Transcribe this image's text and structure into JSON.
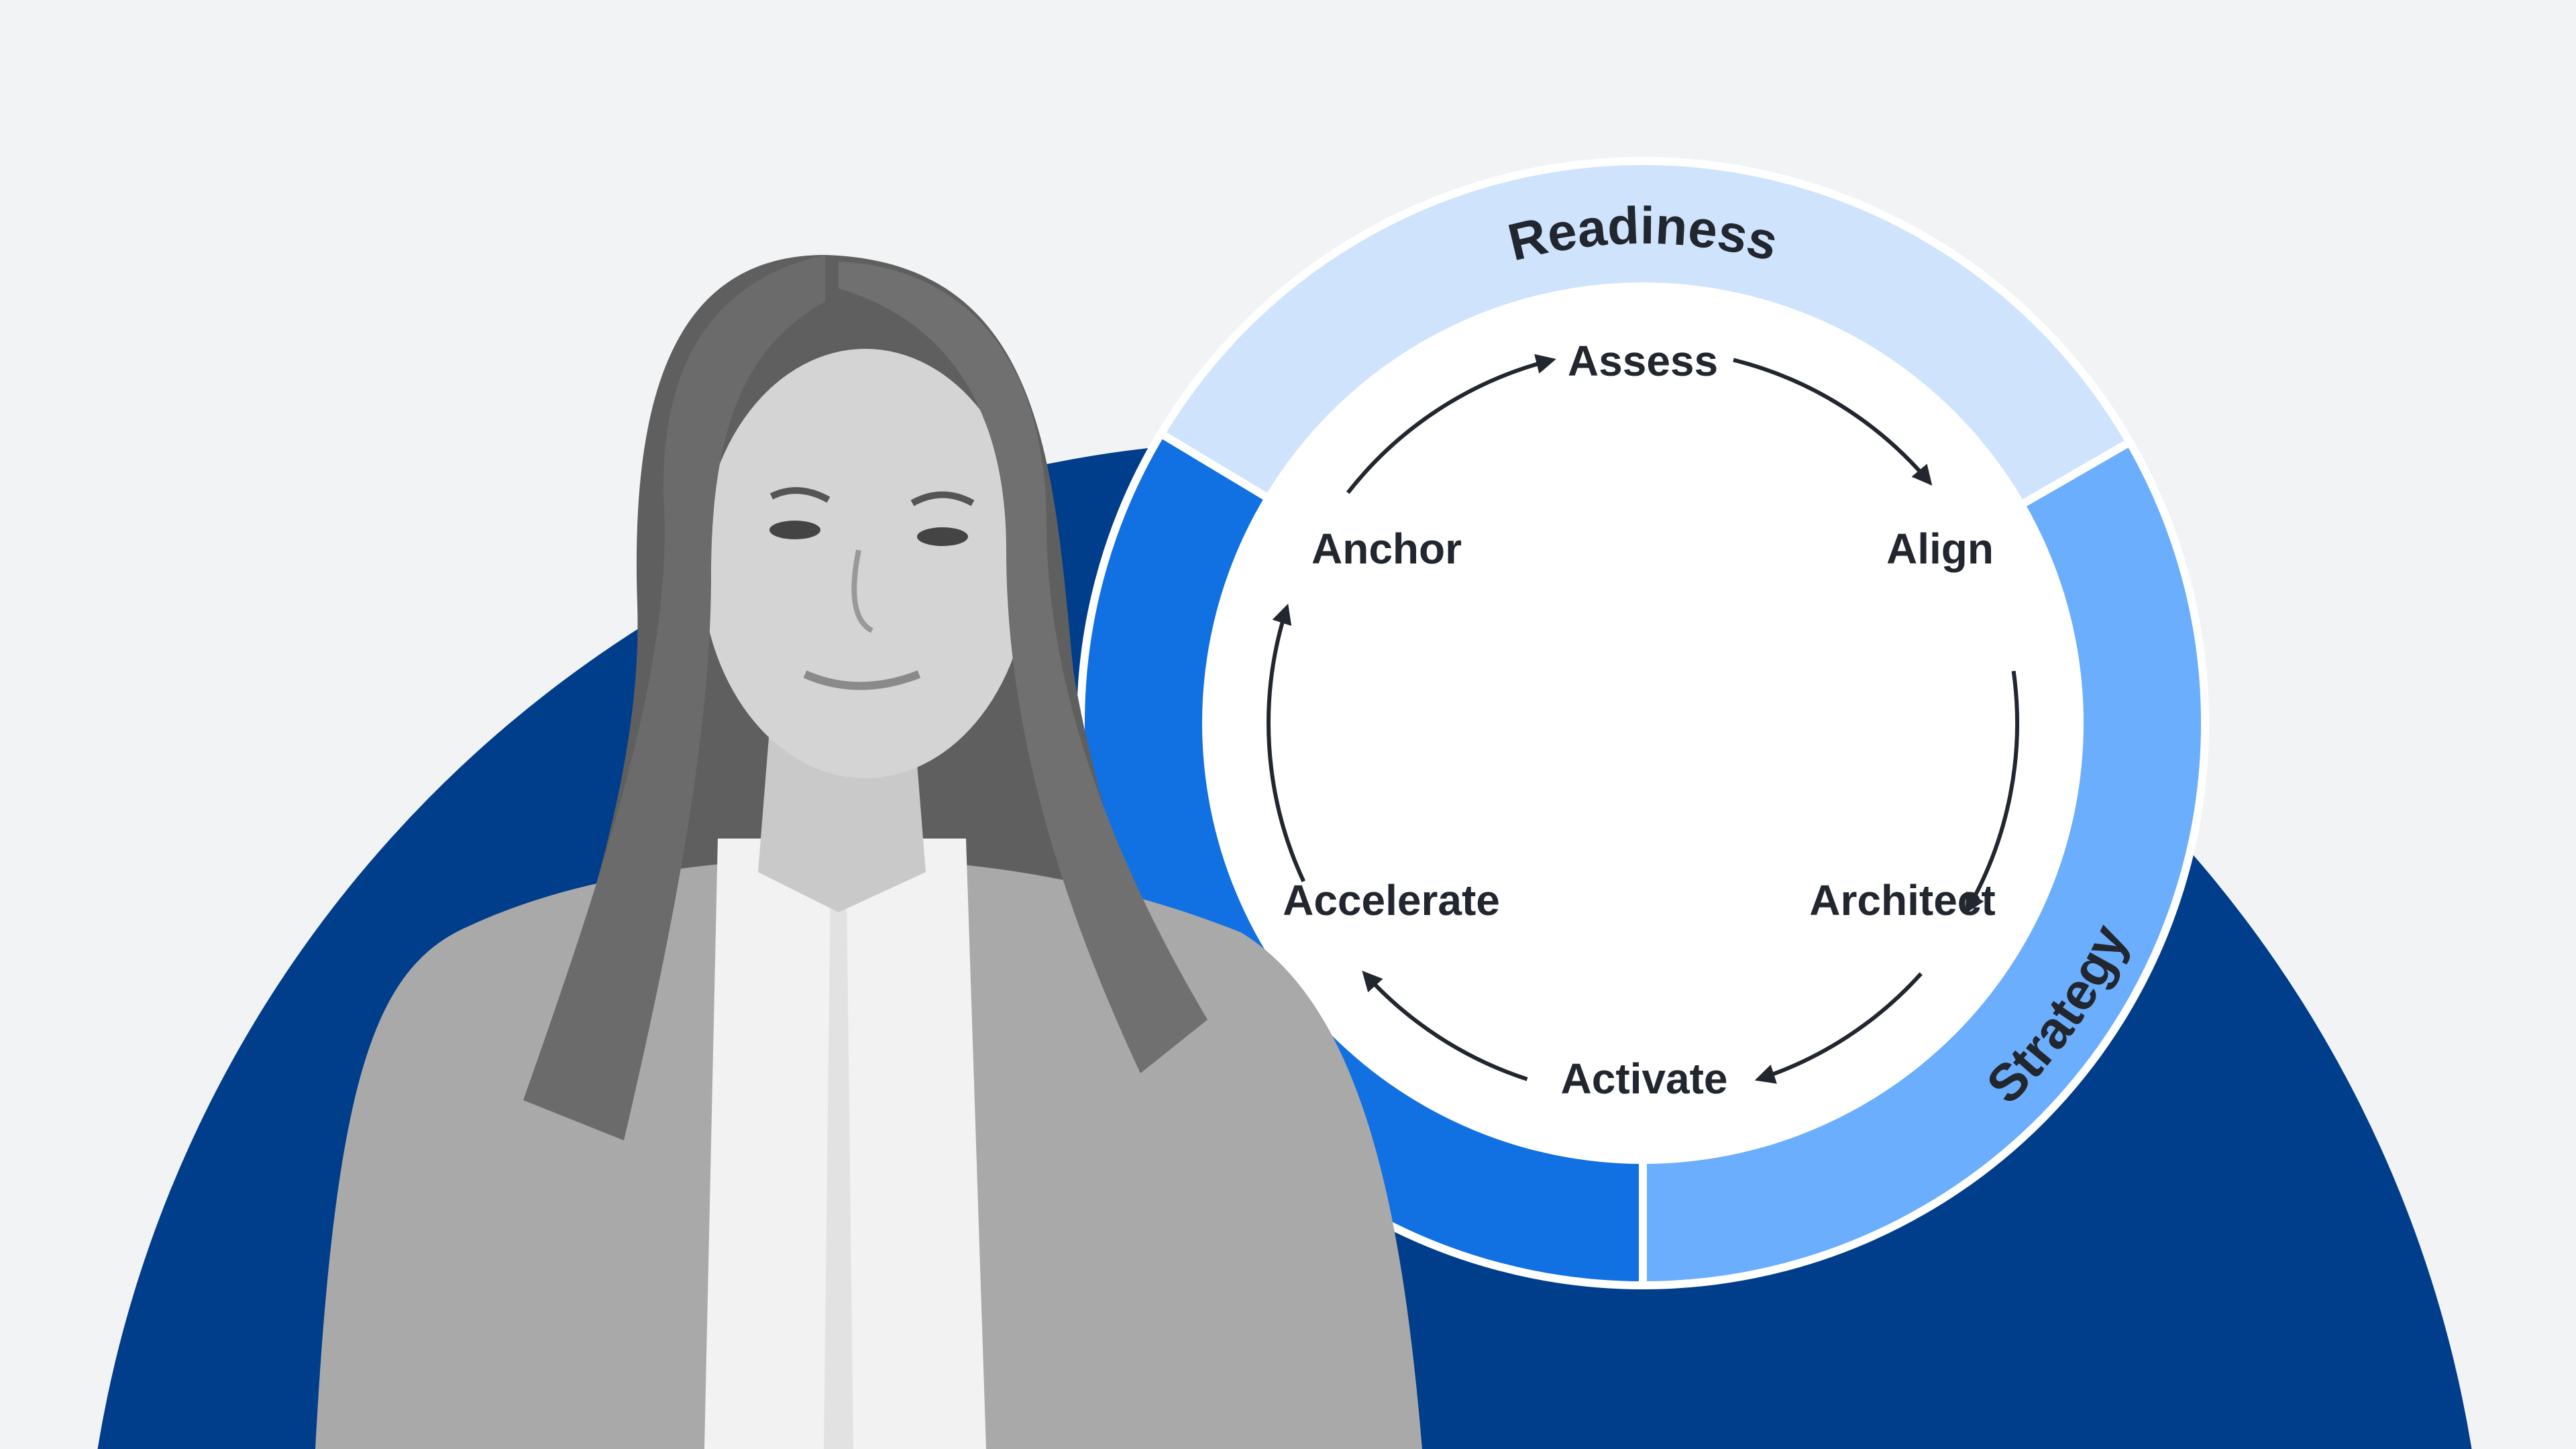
{
  "diagram": {
    "ring_labels": {
      "readiness": "Readiness",
      "strategy": "Strategy"
    },
    "steps": [
      "Assess",
      "Align",
      "Architect",
      "Activate",
      "Accelerate",
      "Anchor"
    ],
    "colors": {
      "background": "#f1f3f5",
      "backdrop_circle": "#003d8a",
      "readiness": "#cfe3fd",
      "strategy": "#6aaefd",
      "left_segment": "#1170e2",
      "text": "#22262e"
    }
  }
}
